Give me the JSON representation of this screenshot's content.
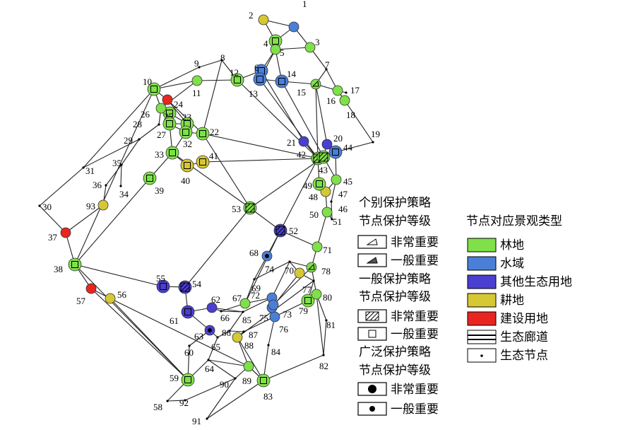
{
  "colors": {
    "forest": "#7fe04a",
    "water": "#4a7fd8",
    "other_eco": "#4a3fd0",
    "farmland": "#d6c735",
    "construction": "#e8261f",
    "line": "#222222"
  },
  "legend": {
    "individual_title_1": "个别保护策略",
    "individual_title_2": "节点保护等级",
    "individual_very_important": "非常重要",
    "individual_general_important": "一般重要",
    "general_title_1": "一般保护策略",
    "general_title_2": "节点保护等级",
    "general_very_important": "非常重要",
    "general_general_important": "一般重要",
    "broad_title_1": "广泛保护策略",
    "broad_title_2": "节点保护等级",
    "broad_very_important": "非常重要",
    "broad_general_important": "一般重要",
    "landscape_title": "节点对应景观类型",
    "forest": "林地",
    "water": "水域",
    "other_eco": "其他生态用地",
    "farmland": "耕地",
    "construction": "建设用地",
    "corridor": "生态廊道",
    "eco_node": "生态节点"
  },
  "nodes": [
    {
      "id": "1",
      "type": "water",
      "strategy": "individual",
      "level": "general"
    },
    {
      "id": "2",
      "type": "farmland",
      "strategy": "individual",
      "level": "general"
    },
    {
      "id": "3",
      "type": "forest",
      "strategy": "individual",
      "level": "general"
    },
    {
      "id": "4",
      "type": "forest",
      "strategy": "general",
      "level": "general"
    },
    {
      "id": "5",
      "type": "forest",
      "strategy": "individual",
      "level": "general"
    },
    {
      "id": "6",
      "type": "water",
      "strategy": "general",
      "level": "general"
    },
    {
      "id": "7",
      "type": "node",
      "strategy": "",
      "level": ""
    },
    {
      "id": "8",
      "type": "node",
      "strategy": "",
      "level": ""
    },
    {
      "id": "9",
      "type": "node",
      "strategy": "",
      "level": ""
    },
    {
      "id": "10",
      "type": "forest",
      "strategy": "general",
      "level": "general"
    },
    {
      "id": "11",
      "type": "forest",
      "strategy": "individual",
      "level": "general"
    },
    {
      "id": "12",
      "type": "forest",
      "strategy": "general",
      "level": "general"
    },
    {
      "id": "13",
      "type": "water",
      "strategy": "general",
      "level": "general"
    },
    {
      "id": "14",
      "type": "water",
      "strategy": "general",
      "level": "general"
    },
    {
      "id": "15",
      "type": "forest",
      "strategy": "individual",
      "level": "very"
    },
    {
      "id": "16",
      "type": "forest",
      "strategy": "individual",
      "level": "general"
    },
    {
      "id": "17",
      "type": "node",
      "strategy": "",
      "level": ""
    },
    {
      "id": "18",
      "type": "forest",
      "strategy": "individual",
      "level": "general"
    },
    {
      "id": "19",
      "type": "node",
      "strategy": "",
      "level": ""
    },
    {
      "id": "20",
      "type": "other_eco",
      "strategy": "individual",
      "level": "general"
    },
    {
      "id": "21",
      "type": "other_eco",
      "strategy": "individual",
      "level": "general"
    },
    {
      "id": "22",
      "type": "forest",
      "strategy": "general",
      "level": "general"
    },
    {
      "id": "23",
      "type": "forest",
      "strategy": "general",
      "level": "general"
    },
    {
      "id": "24",
      "type": "construction",
      "strategy": "individual",
      "level": "general"
    },
    {
      "id": "25",
      "type": "forest",
      "strategy": "general",
      "level": "general"
    },
    {
      "id": "26",
      "type": "forest",
      "strategy": "individual",
      "level": "general"
    },
    {
      "id": "27",
      "type": "forest",
      "strategy": "general",
      "level": "general"
    },
    {
      "id": "28",
      "type": "node",
      "strategy": "",
      "level": ""
    },
    {
      "id": "29",
      "type": "node",
      "strategy": "",
      "level": ""
    },
    {
      "id": "30",
      "type": "node",
      "strategy": "",
      "level": ""
    },
    {
      "id": "31",
      "type": "node",
      "strategy": "",
      "level": ""
    },
    {
      "id": "32",
      "type": "forest",
      "strategy": "general",
      "level": "general"
    },
    {
      "id": "33",
      "type": "forest",
      "strategy": "general",
      "level": "general"
    },
    {
      "id": "34",
      "type": "node",
      "strategy": "",
      "level": ""
    },
    {
      "id": "35",
      "type": "node",
      "strategy": "",
      "level": ""
    },
    {
      "id": "36",
      "type": "node",
      "strategy": "",
      "level": ""
    },
    {
      "id": "37",
      "type": "construction",
      "strategy": "individual",
      "level": "general"
    },
    {
      "id": "38",
      "type": "forest",
      "strategy": "general",
      "level": "general"
    },
    {
      "id": "39",
      "type": "forest",
      "strategy": "general",
      "level": "general"
    },
    {
      "id": "40",
      "type": "farmland",
      "strategy": "general",
      "level": "general"
    },
    {
      "id": "41",
      "type": "farmland",
      "strategy": "general",
      "level": "general"
    },
    {
      "id": "42",
      "type": "forest",
      "strategy": "general",
      "level": "very"
    },
    {
      "id": "43",
      "type": "forest",
      "strategy": "general",
      "level": "very"
    },
    {
      "id": "44",
      "type": "water",
      "strategy": "general",
      "level": "general"
    },
    {
      "id": "45",
      "type": "forest",
      "strategy": "individual",
      "level": "general"
    },
    {
      "id": "46",
      "type": "node",
      "strategy": "",
      "level": ""
    },
    {
      "id": "47",
      "type": "farmland",
      "strategy": "individual",
      "level": "general"
    },
    {
      "id": "48",
      "type": "node",
      "strategy": "",
      "level": ""
    },
    {
      "id": "49",
      "type": "forest",
      "strategy": "general",
      "level": "general"
    },
    {
      "id": "50",
      "type": "forest",
      "strategy": "individual",
      "level": "general"
    },
    {
      "id": "51",
      "type": "node",
      "strategy": "",
      "level": ""
    },
    {
      "id": "52",
      "type": "other_eco",
      "strategy": "general",
      "level": "very"
    },
    {
      "id": "53",
      "type": "forest",
      "strategy": "general",
      "level": "very"
    },
    {
      "id": "54",
      "type": "other_eco",
      "strategy": "general",
      "level": "very"
    },
    {
      "id": "55",
      "type": "other_eco",
      "strategy": "general",
      "level": "general"
    },
    {
      "id": "56",
      "type": "farmland",
      "strategy": "individual",
      "level": "general"
    },
    {
      "id": "57",
      "type": "construction",
      "strategy": "individual",
      "level": "general"
    },
    {
      "id": "58",
      "type": "node",
      "strategy": "",
      "level": ""
    },
    {
      "id": "59",
      "type": "forest",
      "strategy": "general",
      "level": "general"
    },
    {
      "id": "60",
      "type": "node",
      "strategy": "",
      "level": ""
    },
    {
      "id": "61",
      "type": "other_eco",
      "strategy": "general",
      "level": "general"
    },
    {
      "id": "62",
      "type": "other_eco",
      "strategy": "individual",
      "level": "general"
    },
    {
      "id": "63",
      "type": "other_eco",
      "strategy": "broad",
      "level": "general"
    },
    {
      "id": "64",
      "type": "node",
      "strategy": "",
      "level": ""
    },
    {
      "id": "65",
      "type": "node",
      "strategy": "",
      "level": ""
    },
    {
      "id": "66",
      "type": "node",
      "strategy": "",
      "level": ""
    },
    {
      "id": "67",
      "type": "forest",
      "strategy": "individual",
      "level": "general"
    },
    {
      "id": "68",
      "type": "water",
      "strategy": "broad",
      "level": "general"
    },
    {
      "id": "69",
      "type": "node",
      "strategy": "",
      "level": ""
    },
    {
      "id": "70",
      "type": "farmland",
      "strategy": "individual",
      "level": "general"
    },
    {
      "id": "71",
      "type": "forest",
      "strategy": "individual",
      "level": "general"
    },
    {
      "id": "72",
      "type": "water",
      "strategy": "individual",
      "level": "general"
    },
    {
      "id": "73",
      "type": "water",
      "strategy": "individual",
      "level": "general"
    },
    {
      "id": "74",
      "type": "node",
      "strategy": "",
      "level": ""
    },
    {
      "id": "75",
      "type": "water",
      "strategy": "individual",
      "level": "general"
    },
    {
      "id": "76",
      "type": "water",
      "strategy": "individual",
      "level": "general"
    },
    {
      "id": "77",
      "type": "node",
      "strategy": "",
      "level": ""
    },
    {
      "id": "78",
      "type": "forest",
      "strategy": "individual",
      "level": "very"
    },
    {
      "id": "79",
      "type": "forest",
      "strategy": "general",
      "level": "general"
    },
    {
      "id": "80",
      "type": "forest",
      "strategy": "individual",
      "level": "general"
    },
    {
      "id": "81",
      "type": "node",
      "strategy": "",
      "level": ""
    },
    {
      "id": "82",
      "type": "node",
      "strategy": "",
      "level": ""
    },
    {
      "id": "83",
      "type": "forest",
      "strategy": "general",
      "level": "general"
    },
    {
      "id": "84",
      "type": "node",
      "strategy": "",
      "level": ""
    },
    {
      "id": "85",
      "type": "node",
      "strategy": "",
      "level": ""
    },
    {
      "id": "86",
      "type": "node",
      "strategy": "",
      "level": ""
    },
    {
      "id": "87",
      "type": "node",
      "strategy": "",
      "level": ""
    },
    {
      "id": "88",
      "type": "farmland",
      "strategy": "individual",
      "level": "general"
    },
    {
      "id": "89",
      "type": "forest",
      "strategy": "individual",
      "level": "general"
    },
    {
      "id": "90",
      "type": "node",
      "strategy": "",
      "level": ""
    },
    {
      "id": "91",
      "type": "node",
      "strategy": "",
      "level": ""
    },
    {
      "id": "92",
      "type": "node",
      "strategy": "",
      "level": ""
    },
    {
      "id": "93",
      "type": "farmland",
      "strategy": "individual",
      "level": "general"
    }
  ]
}
